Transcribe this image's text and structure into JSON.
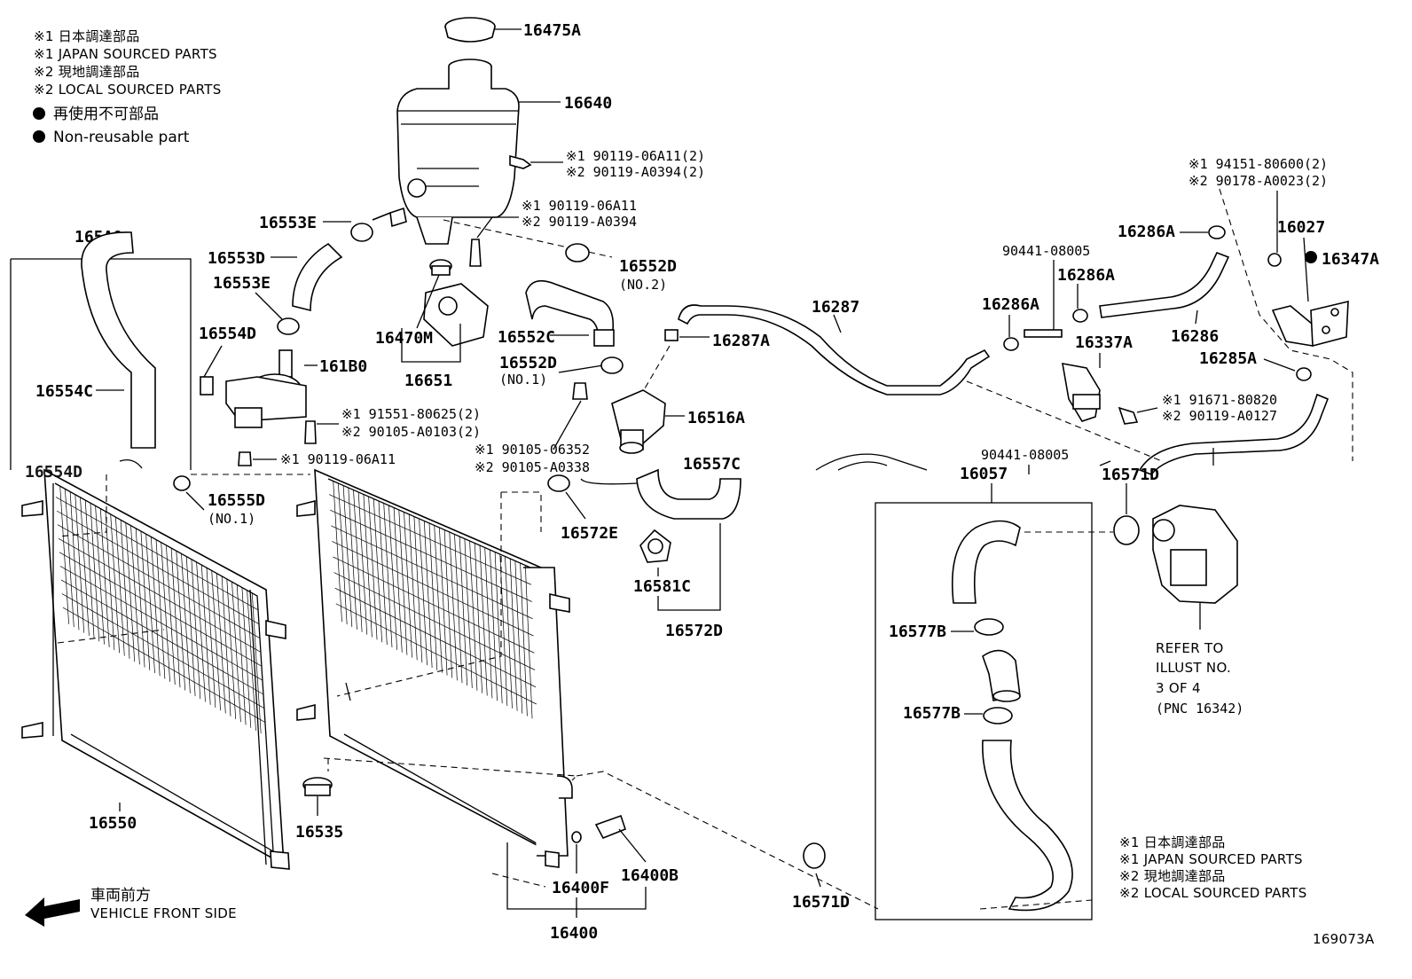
{
  "legend_top": [
    "※1 日本調達部品",
    "※1 JAPAN SOURCED PARTS",
    "※2 現地調達部品",
    "※2 LOCAL SOURCED PARTS"
  ],
  "nonreusable": [
    "再使用不可部品",
    "Non-reusable part"
  ],
  "legend_bottom": [
    "※1 日本調達部品",
    "※1 JAPAN SOURCED PARTS",
    "※2 現地調達部品",
    "※2 LOCAL SOURCED PARTS"
  ],
  "front": [
    "車両前方",
    "VEHICLE FRONT SIDE"
  ],
  "refer": [
    "REFER TO",
    "ILLUST NO.",
    "3 OF 4",
    "(PNC 16342)"
  ],
  "illus_no": "169073A",
  "parts": {
    "p16475A": "16475A",
    "p16640": "16640",
    "b1a": "※1 90119-06A11(2)",
    "b1b": "※2 90119-A0394(2)",
    "b2a": "※1 90119-06A11",
    "b2b": "※2 90119-A0394",
    "p16553E_1": "16553E",
    "p16553D": "16553D",
    "p16553E_2": "16553E",
    "p165A0": "165A0",
    "p16554D": "16554D",
    "p16554C": "16554C",
    "p161B0": "161B0",
    "b3a": "※1 91551-80625(2)",
    "b3b": "※2 90105-A0103(2)",
    "b4a": "※1 90119-06A11",
    "p16555D": "16555D",
    "no1a": "(NO.1)",
    "p16470M": "16470M",
    "p16651": "16651",
    "p16552D_2": "16552D",
    "no2": "(NO.2)",
    "p16552C": "16552C",
    "p16552D_1": "16552D",
    "no1b": "(NO.1)",
    "p16287A": "16287A",
    "b5a": "※1 90105-06352",
    "b5b": "※2 90105-A0338",
    "p16516A": "16516A",
    "p16557C": "16557C",
    "p16572E": "16572E",
    "p16581C": "16581C",
    "p16572D": "16572D",
    "p16287": "16287",
    "p90441a": "90441-08005",
    "p16286A_1": "16286A",
    "p16286A_2": "16286A",
    "p16286A_3": "16286A",
    "p16286": "16286",
    "p16337A": "16337A",
    "b6a": "※1 94151-80600(2)",
    "b6b": "※2 90178-A0023(2)",
    "p16027": "16027",
    "p16347A": "16347A",
    "p16285A": "16285A",
    "b7a": "※1 91671-80820",
    "b7b": "※2 90119-A0127",
    "p90441b": "90441-08005",
    "p16057": "16057",
    "p16571D_1": "16571D",
    "p16577B_1": "16577B",
    "p16577B_2": "16577B",
    "p16550": "16550",
    "p16535": "16535",
    "p16400F": "16400F",
    "p16400B": "16400B",
    "p16400": "16400",
    "p16571D_2": "16571D",
    "p16554D_b": "16554D"
  },
  "colors": {
    "ink": "#000000",
    "paper": "#ffffff"
  }
}
